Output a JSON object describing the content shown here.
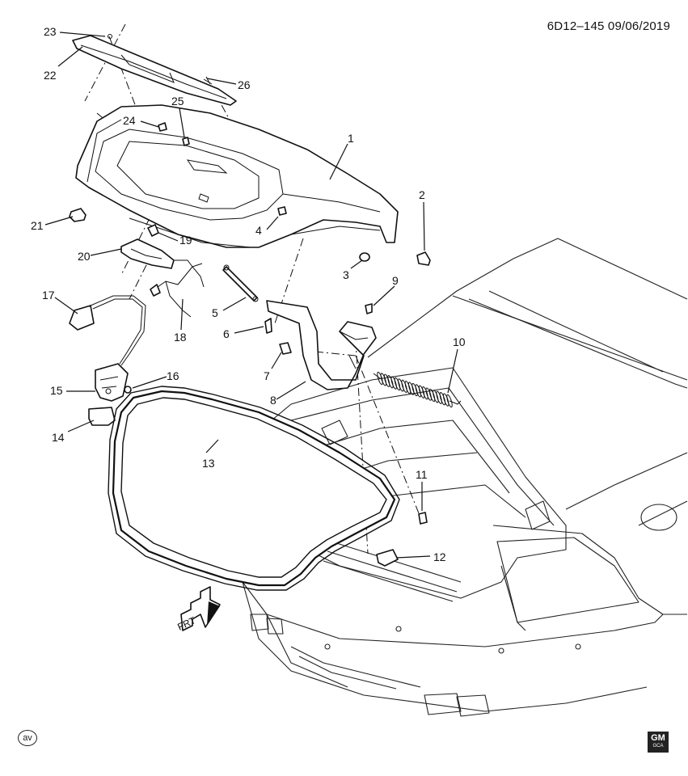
{
  "document": {
    "id_date": "6D12–145  09/06/2019"
  },
  "callouts": [
    {
      "n": "1"
    },
    {
      "n": "2"
    },
    {
      "n": "3"
    },
    {
      "n": "4"
    },
    {
      "n": "5"
    },
    {
      "n": "6"
    },
    {
      "n": "7"
    },
    {
      "n": "8"
    },
    {
      "n": "9"
    },
    {
      "n": "10"
    },
    {
      "n": "11"
    },
    {
      "n": "12"
    },
    {
      "n": "13"
    },
    {
      "n": "14"
    },
    {
      "n": "15"
    },
    {
      "n": "16"
    },
    {
      "n": "17"
    },
    {
      "n": "18"
    },
    {
      "n": "19"
    },
    {
      "n": "20"
    },
    {
      "n": "21"
    },
    {
      "n": "22"
    },
    {
      "n": "23"
    },
    {
      "n": "24"
    },
    {
      "n": "25"
    },
    {
      "n": "26"
    }
  ],
  "direction_label": "FRT",
  "footer": {
    "badge_left": "av",
    "logo_top": "GM",
    "logo_bottom": "GCA"
  },
  "icons": [
    "av-badge-icon",
    "gm-logo-icon",
    "front-arrow-icon"
  ]
}
